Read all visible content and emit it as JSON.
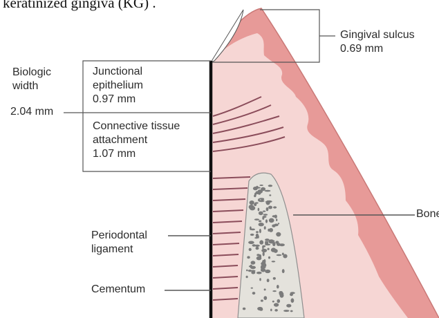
{
  "page_heading": "keratinized gingiva (KG) .",
  "labels": {
    "biologic_width": [
      "Biologic",
      "width"
    ],
    "biologic_width_value": "2.04 mm",
    "junctional_epithelium": [
      "Junctional",
      "epithelium",
      "0.97 mm"
    ],
    "connective_tissue": [
      "Connective tissue",
      "attachment",
      "1.07 mm"
    ],
    "periodontal_ligament": [
      "Periodontal",
      "ligament"
    ],
    "cementum": "Cementum",
    "gingival_sulcus": [
      "Gingival sulcus",
      "0.69 mm"
    ],
    "bone": "Bone"
  },
  "colors": {
    "gingiva_outer": "#e79a98",
    "gingiva_inner": "#f6d6d4",
    "root_line": "#111111",
    "bone_fill": "#e4e2dc",
    "bone_dots": "#7b7b7b",
    "leader_lines": "#6a6a6a"
  }
}
